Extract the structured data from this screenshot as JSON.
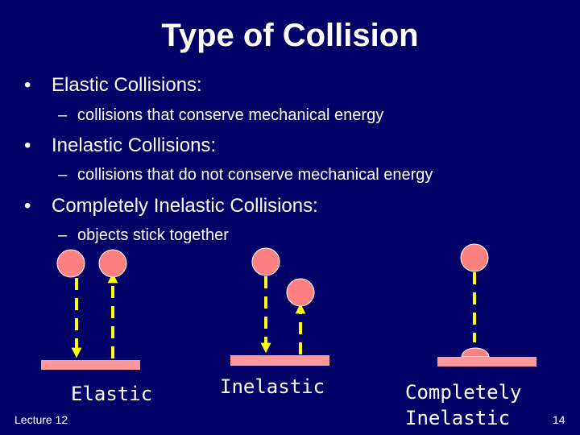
{
  "slide": {
    "title": "Type of Collision",
    "bullets": [
      {
        "label": "Elastic Collisions:",
        "sub": "collisions that conserve mechanical energy"
      },
      {
        "label": "Inelastic Collisions:",
        "sub": "collisions that do not conserve mechanical energy"
      },
      {
        "label": "Completely Inelastic Collisions:",
        "sub": "objects stick together"
      }
    ],
    "bullet_symbol": "•",
    "dash_symbol": "–",
    "captions": {
      "elastic": "Elastic",
      "inelastic": "Inelastic",
      "completely_line1": "Completely",
      "completely_line2": "Inelastic"
    },
    "footer": {
      "lecture": "Lecture 12",
      "page_number": "14"
    },
    "colors": {
      "background": "#000066",
      "ball": "#ff8080",
      "floor": "#ff9999",
      "arrow": "#ffff00",
      "text": "#ffffff"
    }
  }
}
